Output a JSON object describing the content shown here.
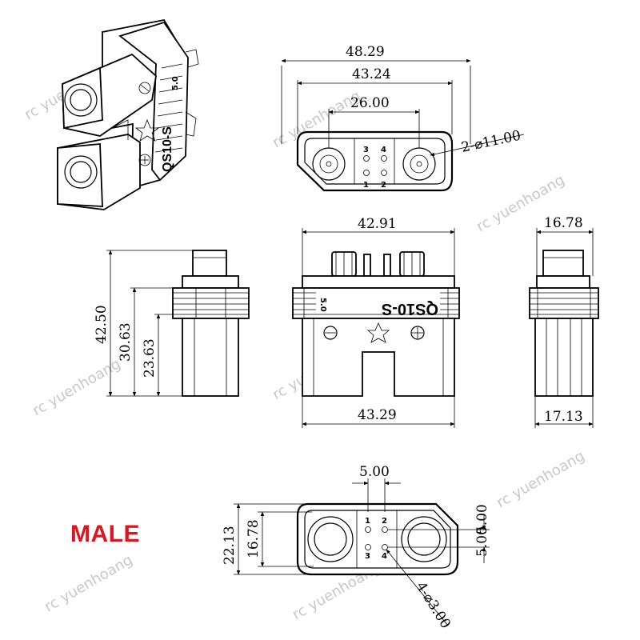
{
  "label": {
    "gender": "MALE",
    "gender_color": "#e0141e"
  },
  "watermark": "rc yuenhoang",
  "part": {
    "model": "QS10-S",
    "mark": "5.0"
  },
  "top_view": {
    "overall_width": "48.29",
    "outer_width": "43.24",
    "center_spacing": "26.00",
    "contact_diameter": "2-⌀11.00",
    "pins_top": [
      "3",
      "4"
    ],
    "pins_bottom": [
      "1",
      "2"
    ]
  },
  "side_view": {
    "total_height": "42.50",
    "mid_height": "30.63",
    "lower_height": "23.63"
  },
  "front_view": {
    "top_width": "42.91",
    "bottom_width": "43.29"
  },
  "right_view": {
    "top_width": "16.78",
    "bottom_width": "17.13"
  },
  "face_view": {
    "pin_spacing": "5.00",
    "vertical_spacing": "5.00",
    "outer_height": "22.13",
    "inner_height": "16.78",
    "pin_diameter": "4-⌀3.00",
    "pins_top": [
      "1",
      "2"
    ],
    "pins_bottom": [
      "3",
      "4"
    ]
  }
}
